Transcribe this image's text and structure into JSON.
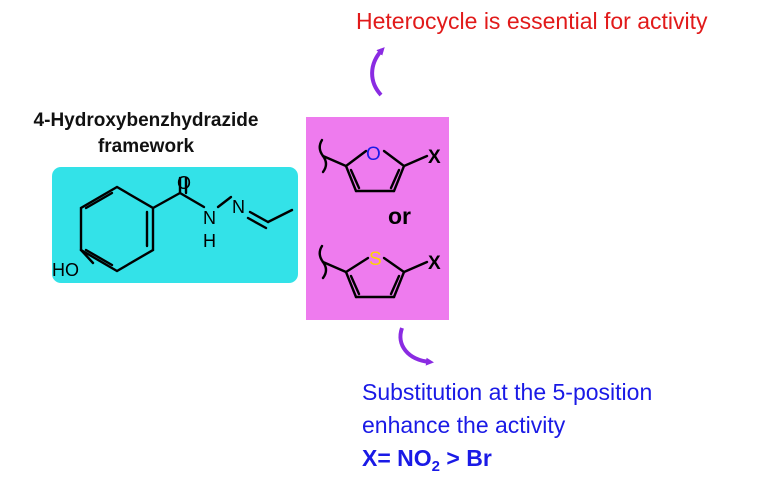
{
  "top_note": "Heterocycle is essential for activity",
  "framework": {
    "title_line1": "4-Hydroxybenzhydrazide",
    "title_line2": "framework"
  },
  "molecule": {
    "oxygen": "O",
    "nitrogen_1": "N",
    "nitrogen_2": "N",
    "hydrogen": "H",
    "hydroxyl": "HO"
  },
  "heterocycles": {
    "furan_heteroatom": "O",
    "furan_substituent": "X",
    "connector": "or",
    "thiophene_heteroatom": "S",
    "thiophene_substituent": "X"
  },
  "bottom_note": {
    "line1": "Substitution at the 5-position",
    "line2": "enhance the activity",
    "line3_prefix": "X= NO",
    "line3_subscript": "2",
    "line3_suffix": " > Br"
  },
  "colors": {
    "top_note": "#e11a1a",
    "bottom_note": "#1a1ae6",
    "framework_box": "#33e2e8",
    "heterocycle_box": "#ee7bee",
    "arrows": "#8a2be2",
    "furan_oxygen": "#1a1ae6",
    "thiophene_sulfur": "#ffd400"
  }
}
